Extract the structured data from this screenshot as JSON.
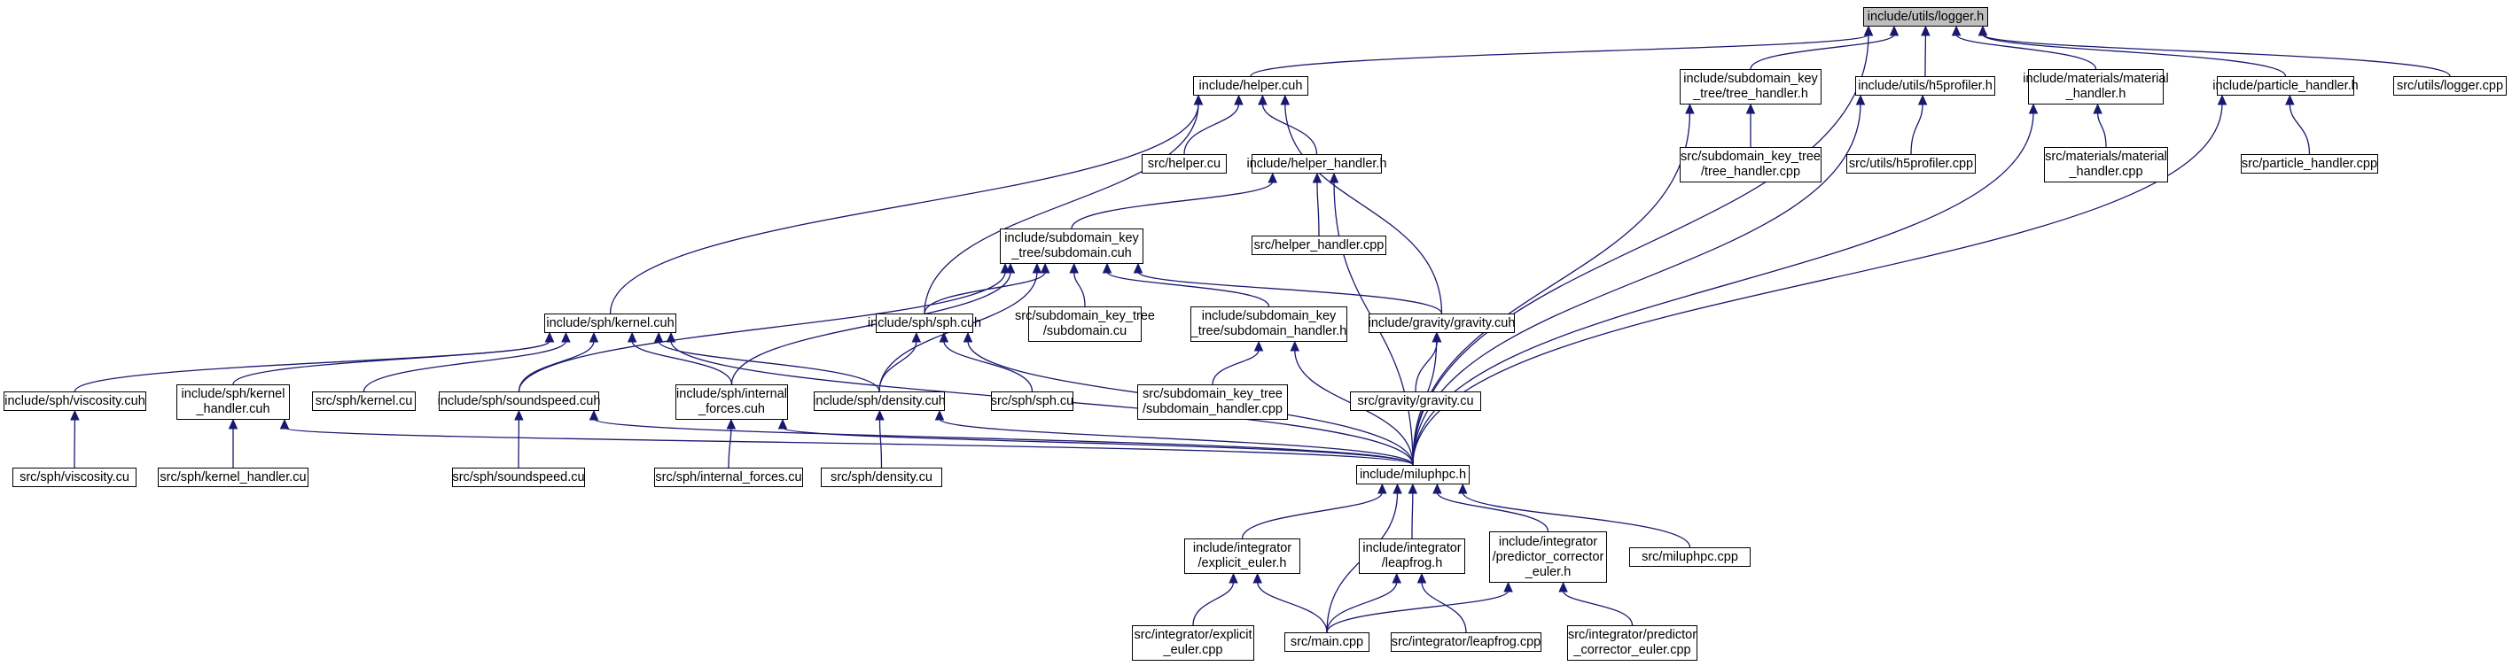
{
  "graph": {
    "root": "logger_h",
    "nodes": [
      {
        "id": "logger_h",
        "lines": [
          "include/utils/logger.h"
        ]
      },
      {
        "id": "helper_cuh",
        "lines": [
          "include/helper.cuh"
        ]
      },
      {
        "id": "tree_handler_h",
        "lines": [
          "include/subdomain_key",
          "_tree/tree_handler.h"
        ]
      },
      {
        "id": "h5profiler_h",
        "lines": [
          "include/utils/h5profiler.h"
        ]
      },
      {
        "id": "material_handler_h",
        "lines": [
          "include/materials/material",
          "_handler.h"
        ]
      },
      {
        "id": "particle_handler_h",
        "lines": [
          "include/particle_handler.h"
        ]
      },
      {
        "id": "logger_cpp",
        "lines": [
          "src/utils/logger.cpp"
        ]
      },
      {
        "id": "helper_cu",
        "lines": [
          "src/helper.cu"
        ]
      },
      {
        "id": "helper_handler_h",
        "lines": [
          "include/helper_handler.h"
        ]
      },
      {
        "id": "tree_handler_cpp",
        "lines": [
          "src/subdomain_key_tree",
          "/tree_handler.cpp"
        ]
      },
      {
        "id": "h5profiler_cpp",
        "lines": [
          "src/utils/h5profiler.cpp"
        ]
      },
      {
        "id": "material_handler_cpp",
        "lines": [
          "src/materials/material",
          "_handler.cpp"
        ]
      },
      {
        "id": "particle_handler_cpp",
        "lines": [
          "src/particle_handler.cpp"
        ]
      },
      {
        "id": "helper_handler_cpp",
        "lines": [
          "src/helper_handler.cpp"
        ]
      },
      {
        "id": "subdomain_cuh",
        "lines": [
          "include/subdomain_key",
          "_tree/subdomain.cuh"
        ]
      },
      {
        "id": "kernel_cuh",
        "lines": [
          "include/sph/kernel.cuh"
        ]
      },
      {
        "id": "sph_cuh",
        "lines": [
          "include/sph/sph.cuh"
        ]
      },
      {
        "id": "subdomain_cu",
        "lines": [
          "src/subdomain_key_tree",
          "/subdomain.cu"
        ]
      },
      {
        "id": "subdomain_handler_h",
        "lines": [
          "include/subdomain_key",
          "_tree/subdomain_handler.h"
        ]
      },
      {
        "id": "gravity_cuh",
        "lines": [
          "include/gravity/gravity.cuh"
        ]
      },
      {
        "id": "viscosity_cuh",
        "lines": [
          "include/sph/viscosity.cuh"
        ]
      },
      {
        "id": "kernel_handler_cuh",
        "lines": [
          "include/sph/kernel",
          "_handler.cuh"
        ]
      },
      {
        "id": "kernel_cu",
        "lines": [
          "src/sph/kernel.cu"
        ]
      },
      {
        "id": "soundspeed_cuh",
        "lines": [
          "include/sph/soundspeed.cuh"
        ]
      },
      {
        "id": "internal_forces_cuh",
        "lines": [
          "include/sph/internal",
          "_forces.cuh"
        ]
      },
      {
        "id": "density_cuh",
        "lines": [
          "include/sph/density.cuh"
        ]
      },
      {
        "id": "sph_cu",
        "lines": [
          "src/sph/sph.cu"
        ]
      },
      {
        "id": "subdomain_handler_cpp",
        "lines": [
          "src/subdomain_key_tree",
          "/subdomain_handler.cpp"
        ]
      },
      {
        "id": "gravity_cu",
        "lines": [
          "src/gravity/gravity.cu"
        ]
      },
      {
        "id": "miluphpc_h",
        "lines": [
          "include/miluphpc.h"
        ]
      },
      {
        "id": "viscosity_cu",
        "lines": [
          "src/sph/viscosity.cu"
        ]
      },
      {
        "id": "kernel_handler_cu",
        "lines": [
          "src/sph/kernel_handler.cu"
        ]
      },
      {
        "id": "soundspeed_cu",
        "lines": [
          "src/sph/soundspeed.cu"
        ]
      },
      {
        "id": "internal_forces_cu",
        "lines": [
          "src/sph/internal_forces.cu"
        ]
      },
      {
        "id": "density_cu",
        "lines": [
          "src/sph/density.cu"
        ]
      },
      {
        "id": "explicit_euler_h",
        "lines": [
          "include/integrator",
          "/explicit_euler.h"
        ]
      },
      {
        "id": "leapfrog_h",
        "lines": [
          "include/integrator",
          "/leapfrog.h"
        ]
      },
      {
        "id": "predictor_corrector_h",
        "lines": [
          "include/integrator",
          "/predictor_corrector",
          "_euler.h"
        ]
      },
      {
        "id": "miluphpc_cpp",
        "lines": [
          "src/miluphpc.cpp"
        ]
      },
      {
        "id": "explicit_euler_cpp",
        "lines": [
          "src/integrator/explicit",
          "_euler.cpp"
        ]
      },
      {
        "id": "main_cpp",
        "lines": [
          "src/main.cpp"
        ]
      },
      {
        "id": "leapfrog_cpp",
        "lines": [
          "src/integrator/leapfrog.cpp"
        ]
      },
      {
        "id": "predictor_corrector_cpp",
        "lines": [
          "src/integrator/predictor",
          "_corrector_euler.cpp"
        ]
      }
    ],
    "edges": [
      [
        "logger_h",
        "helper_cuh"
      ],
      [
        "logger_h",
        "tree_handler_h"
      ],
      [
        "logger_h",
        "h5profiler_h"
      ],
      [
        "logger_h",
        "material_handler_h"
      ],
      [
        "logger_h",
        "particle_handler_h"
      ],
      [
        "logger_h",
        "logger_cpp"
      ],
      [
        "logger_h",
        "miluphpc_h"
      ],
      [
        "helper_cuh",
        "helper_cu"
      ],
      [
        "helper_cuh",
        "helper_handler_h"
      ],
      [
        "helper_cuh",
        "kernel_cuh"
      ],
      [
        "helper_cuh",
        "sph_cuh"
      ],
      [
        "helper_cuh",
        "gravity_cuh"
      ],
      [
        "tree_handler_h",
        "tree_handler_cpp"
      ],
      [
        "tree_handler_h",
        "miluphpc_h"
      ],
      [
        "h5profiler_h",
        "h5profiler_cpp"
      ],
      [
        "h5profiler_h",
        "miluphpc_h"
      ],
      [
        "material_handler_h",
        "material_handler_cpp"
      ],
      [
        "material_handler_h",
        "miluphpc_h"
      ],
      [
        "particle_handler_h",
        "particle_handler_cpp"
      ],
      [
        "particle_handler_h",
        "miluphpc_h"
      ],
      [
        "helper_handler_h",
        "helper_handler_cpp"
      ],
      [
        "helper_handler_h",
        "subdomain_cuh"
      ],
      [
        "helper_handler_h",
        "miluphpc_h"
      ],
      [
        "subdomain_cuh",
        "subdomain_cu"
      ],
      [
        "subdomain_cuh",
        "subdomain_handler_h"
      ],
      [
        "subdomain_cuh",
        "sph_cuh"
      ],
      [
        "subdomain_cuh",
        "gravity_cuh"
      ],
      [
        "subdomain_cuh",
        "soundspeed_cuh"
      ],
      [
        "subdomain_cuh",
        "internal_forces_cuh"
      ],
      [
        "subdomain_cuh",
        "density_cuh"
      ],
      [
        "kernel_cuh",
        "viscosity_cuh"
      ],
      [
        "kernel_cuh",
        "kernel_handler_cuh"
      ],
      [
        "kernel_cuh",
        "kernel_cu"
      ],
      [
        "kernel_cuh",
        "soundspeed_cuh"
      ],
      [
        "kernel_cuh",
        "internal_forces_cuh"
      ],
      [
        "kernel_cuh",
        "density_cuh"
      ],
      [
        "kernel_cuh",
        "miluphpc_h"
      ],
      [
        "sph_cuh",
        "density_cuh"
      ],
      [
        "sph_cuh",
        "sph_cu"
      ],
      [
        "sph_cuh",
        "miluphpc_h"
      ],
      [
        "subdomain_handler_h",
        "subdomain_handler_cpp"
      ],
      [
        "subdomain_handler_h",
        "miluphpc_h"
      ],
      [
        "gravity_cuh",
        "gravity_cu"
      ],
      [
        "gravity_cuh",
        "miluphpc_h"
      ],
      [
        "viscosity_cuh",
        "viscosity_cu"
      ],
      [
        "kernel_handler_cuh",
        "kernel_handler_cu"
      ],
      [
        "kernel_handler_cuh",
        "miluphpc_h"
      ],
      [
        "soundspeed_cuh",
        "soundspeed_cu"
      ],
      [
        "soundspeed_cuh",
        "miluphpc_h"
      ],
      [
        "internal_forces_cuh",
        "internal_forces_cu"
      ],
      [
        "internal_forces_cuh",
        "miluphpc_h"
      ],
      [
        "density_cuh",
        "density_cu"
      ],
      [
        "density_cuh",
        "miluphpc_h"
      ],
      [
        "miluphpc_h",
        "explicit_euler_h"
      ],
      [
        "miluphpc_h",
        "leapfrog_h"
      ],
      [
        "miluphpc_h",
        "predictor_corrector_h"
      ],
      [
        "miluphpc_h",
        "miluphpc_cpp"
      ],
      [
        "miluphpc_h",
        "main_cpp"
      ],
      [
        "explicit_euler_h",
        "explicit_euler_cpp"
      ],
      [
        "explicit_euler_h",
        "main_cpp"
      ],
      [
        "leapfrog_h",
        "main_cpp"
      ],
      [
        "leapfrog_h",
        "leapfrog_cpp"
      ],
      [
        "predictor_corrector_h",
        "main_cpp"
      ],
      [
        "predictor_corrector_h",
        "predictor_corrector_cpp"
      ]
    ]
  }
}
